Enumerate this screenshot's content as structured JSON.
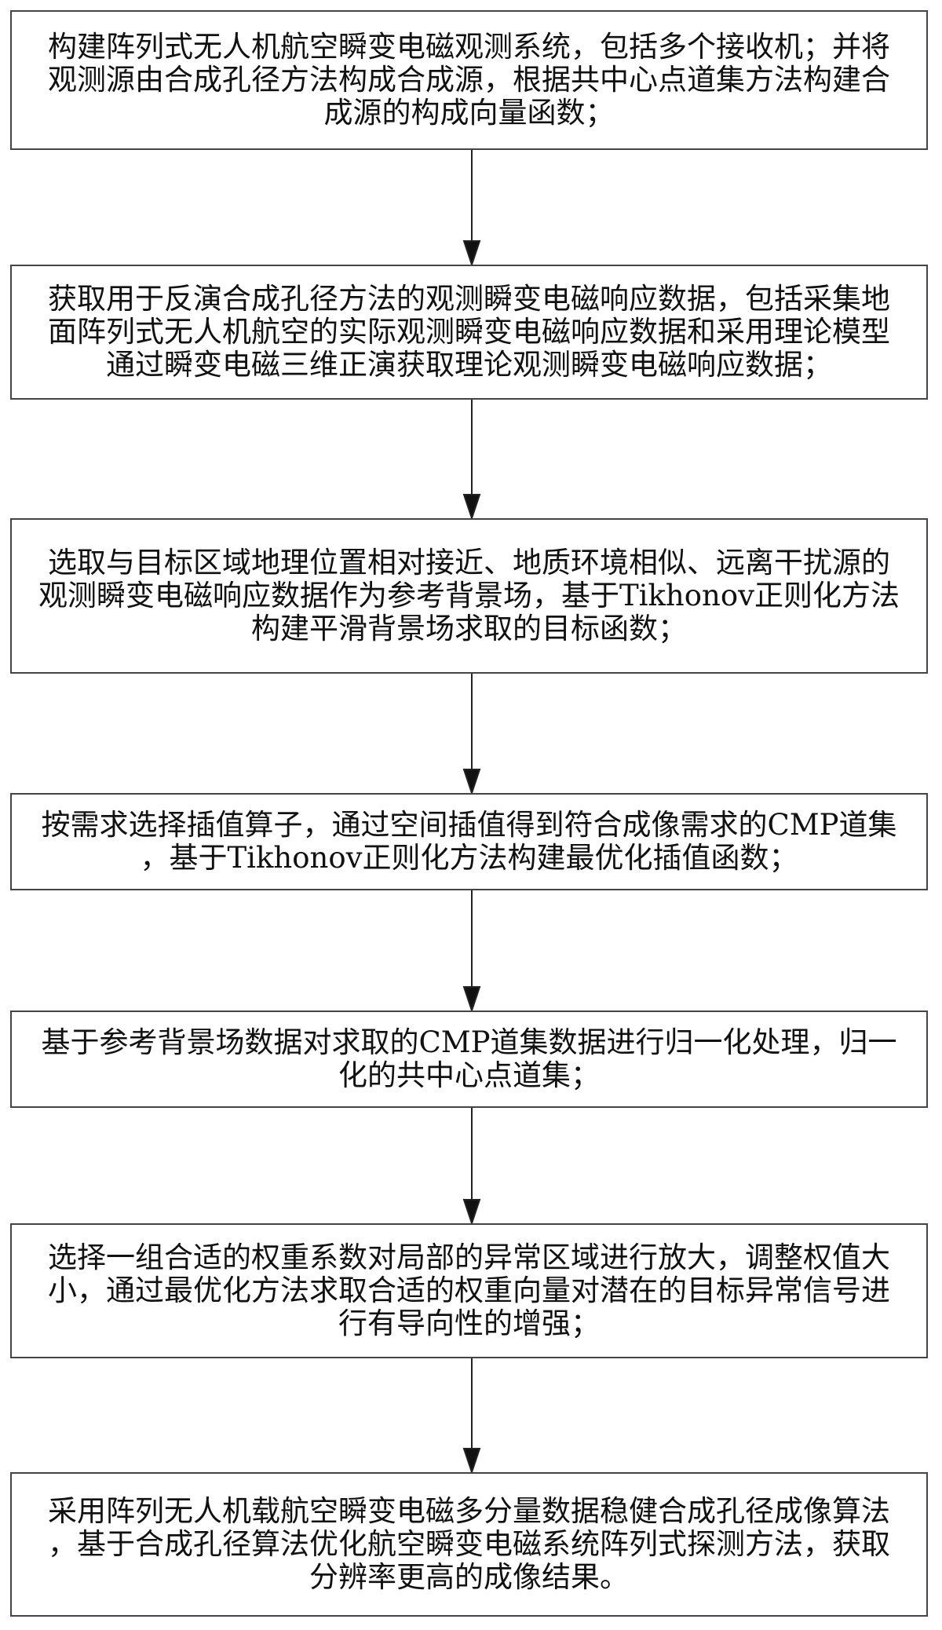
{
  "steps": [
    {
      "lines": [
        "构建阵列式无人机航空瞬变电磁观测系统，包括多个接收机；并将",
        "观测源由合成孔径方法构成合成源，根据共中心点道集方法构建合",
        "成源的构成向量函数；"
      ]
    },
    {
      "lines": [
        "获取用于反演合成孔径方法的观测瞬变电磁响应数据，包括采集地",
        "面阵列式无人机航空的实际观测瞬变电磁响应数据和采用理论模型",
        "通过瞬变电磁三维正演获取理论观测瞬变电磁响应数据；"
      ]
    },
    {
      "lines": [
        "选取与目标区域地理位置相对接近、地质环境相似、远离干扰源的",
        "观测瞬变电磁响应数据作为参考背景场，基于Tikhonov正则化方法",
        "构建平滑背景场求取的目标函数；"
      ]
    },
    {
      "lines": [
        "按需求选择插值算子，通过空间插值得到符合成像需求的CMP道集",
        "，基于Tikhonov正则化方法构建最优化插值函数；"
      ]
    },
    {
      "lines": [
        "基于参考背景场数据对求取的CMP道集数据进行归一化处理，归一",
        "化的共中心点道集；"
      ]
    },
    {
      "lines": [
        "选择一组合适的权重系数对局部的异常区域进行放大，调整权值大",
        "小，通过最优化方法求取合适的权重向量对潜在的目标异常信号进",
        "行有导向性的增强；"
      ]
    },
    {
      "lines": [
        "采用阵列无人机载航空瞬变电磁多分量数据稳健合成孔径成像算法",
        "，基于合成孔径算法优化航空瞬变电磁系统阵列式探测方法，获取",
        "分辨率更高的成像结果。"
      ]
    }
  ]
}
